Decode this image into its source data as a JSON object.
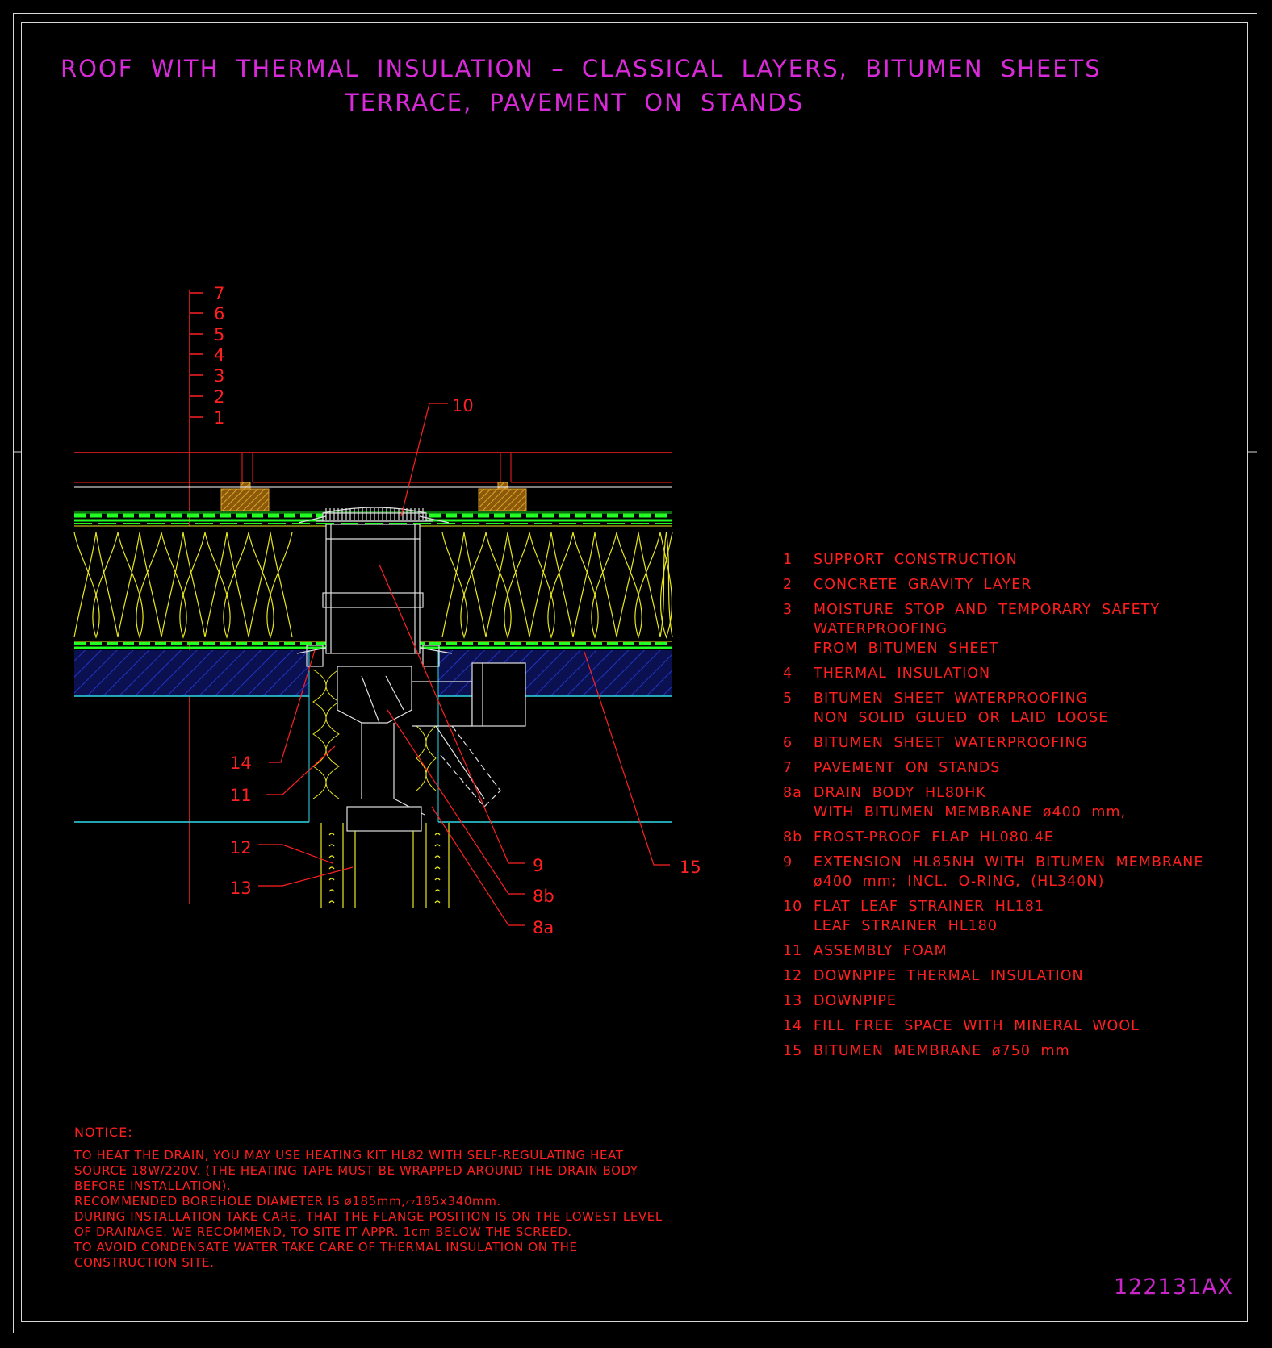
{
  "title": {
    "line1": "ROOF WITH THERMAL INSULATION – CLASSICAL LAYERS, BITUMEN SHEETS",
    "line2": "TERRACE, PAVEMENT ON STANDS"
  },
  "layer_markers": [
    "7",
    "6",
    "5",
    "4",
    "3",
    "2",
    "1"
  ],
  "callouts": [
    "10",
    "14",
    "11",
    "12",
    "13",
    "9",
    "8b",
    "8a",
    "15"
  ],
  "legend": [
    {
      "num": "1",
      "lines": [
        "SUPPORT CONSTRUCTION"
      ]
    },
    {
      "num": "2",
      "lines": [
        "CONCRETE GRAVITY LAYER"
      ]
    },
    {
      "num": "3",
      "lines": [
        "MOISTURE STOP AND TEMPORARY SAFETY WATERPROOFING",
        "FROM BITUMEN SHEET"
      ]
    },
    {
      "num": "4",
      "lines": [
        "THERMAL INSULATION"
      ]
    },
    {
      "num": "5",
      "lines": [
        "BITUMEN SHEET WATERPROOFING",
        "NON SOLID GLUED OR LAID LOOSE"
      ]
    },
    {
      "num": "6",
      "lines": [
        "BITUMEN SHEET WATERPROOFING"
      ]
    },
    {
      "num": "7",
      "lines": [
        "PAVEMENT ON STANDS"
      ]
    },
    {
      "num": "8a",
      "lines": [
        "DRAIN BODY HL80HK",
        "WITH BITUMEN MEMBRANE ø400 mm,"
      ]
    },
    {
      "num": "8b",
      "lines": [
        "FROST-PROOF FLAP HL080.4E"
      ]
    },
    {
      "num": "9",
      "lines": [
        "EXTENSION HL85NH WITH BITUMEN MEMBRANE",
        "ø400 mm; INCL. O-RING, (HL340N)"
      ]
    },
    {
      "num": "10",
      "lines": [
        "FLAT LEAF STRAINER HL181",
        "LEAF STRAINER HL180"
      ]
    },
    {
      "num": "11",
      "lines": [
        "ASSEMBLY FOAM"
      ]
    },
    {
      "num": "12",
      "lines": [
        "DOWNPIPE THERMAL INSULATION"
      ]
    },
    {
      "num": "13",
      "lines": [
        "DOWNPIPE"
      ]
    },
    {
      "num": "14",
      "lines": [
        "FILL FREE SPACE WITH MINERAL WOOL"
      ]
    },
    {
      "num": "15",
      "lines": [
        "BITUMEN MEMBRANE ø750 mm"
      ]
    }
  ],
  "notice": {
    "heading": "NOTICE:",
    "lines": [
      "TO HEAT THE DRAIN, YOU MAY USE HEATING KIT HL82 WITH SELF-REGULATING HEAT",
      "SOURCE 18W/220V. (THE HEATING TAPE MUST BE WRAPPED AROUND THE DRAIN BODY",
      "BEFORE INSTALLATION).",
      "RECOMMENDED BOREHOLE DIAMETER IS ø185mm,▱185x340mm.",
      "DURING INSTALLATION TAKE CARE, THAT THE FLANGE POSITION IS ON THE LOWEST LEVEL",
      "OF DRAINAGE. WE RECOMMEND, TO SITE IT APPR. 1cm BELOW THE SCREED.",
      "TO AVOID CONDENSATE WATER TAKE CARE OF THERMAL INSULATION ON THE",
      "CONSTRUCTION SITE."
    ]
  },
  "drawing_code": "122131AX",
  "colors": {
    "background": "#000000",
    "title": "#d92ad9",
    "text": "#ff1f1f",
    "membrane": "#22ff22",
    "insulation": "#e8e81e",
    "concrete": "#1a2aa0",
    "support": "#2fd9e6",
    "drain": "#e0e0e0",
    "stand": "#b57a12"
  }
}
